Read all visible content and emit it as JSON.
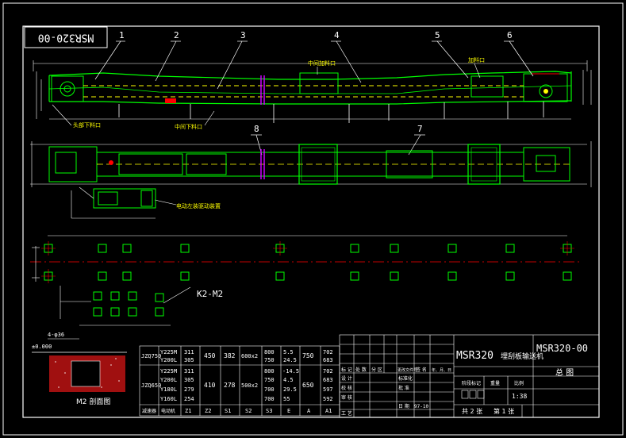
{
  "drawing": {
    "number_box": "MSR320-00",
    "title_number": "MSR320-00",
    "title_model": "MSR320",
    "title_name": "埋刮板输送机",
    "sheet_name": "总 图",
    "scale_header": "比例",
    "weight_header": "重量",
    "stage_header": "阶段标记",
    "scale": "1:38",
    "sheet_total": "共 2 张",
    "sheet_no": "第 1 张",
    "date": "97-10",
    "sign_rows": [
      "标 记",
      "处 数",
      "分 区",
      "更改文件号",
      "签 名",
      "年、月、日"
    ],
    "sign_left": [
      "设 计",
      "校 核",
      "审 核",
      "工 艺"
    ],
    "sign_right": [
      "标准化",
      "批 准",
      "日 期"
    ]
  },
  "balloons": [
    "1",
    "2",
    "3",
    "4",
    "5",
    "6",
    "7",
    "8"
  ],
  "callouts": {
    "head_discharge": "头部下料口",
    "mid_discharge": "中间下料口",
    "mid_feed": "中间加料口",
    "feed": "加料口",
    "drive": "电动左装驱动装置",
    "anchor": "K2-M2",
    "section": "M2 剖面图",
    "elev": "±0.000",
    "hole": "4-φ36"
  },
  "spec_table": {
    "col_headers": [
      "减速器",
      "电动机",
      "Z1",
      "Z2",
      "S1",
      "S2",
      "S3",
      "E",
      "A",
      "A1"
    ],
    "group_a": {
      "reducer": "JZQ750",
      "motors": [
        "Y225M",
        "Y200L"
      ],
      "z1": [
        "311",
        "305"
      ],
      "z2": "450",
      "s1": "382",
      "s2": "600x2",
      "s3": [
        "800",
        "750"
      ],
      "e": [
        "5.5",
        "24.5"
      ],
      "a": "750",
      "a1": [
        "702",
        "683"
      ]
    },
    "group_b": {
      "reducer": "JZQ650",
      "motors": [
        "Y225M",
        "Y200L",
        "Y180L",
        "Y160L"
      ],
      "z1": [
        "311",
        "305",
        "279",
        "254"
      ],
      "z2": "410",
      "s1": "278",
      "s2": "500x2",
      "s3": [
        "800",
        "750",
        "700",
        "700"
      ],
      "e": [
        "-14.5",
        "4.5",
        "29.5",
        "55"
      ],
      "a": "650",
      "a1": [
        "702",
        "683",
        "597",
        "592"
      ]
    }
  }
}
